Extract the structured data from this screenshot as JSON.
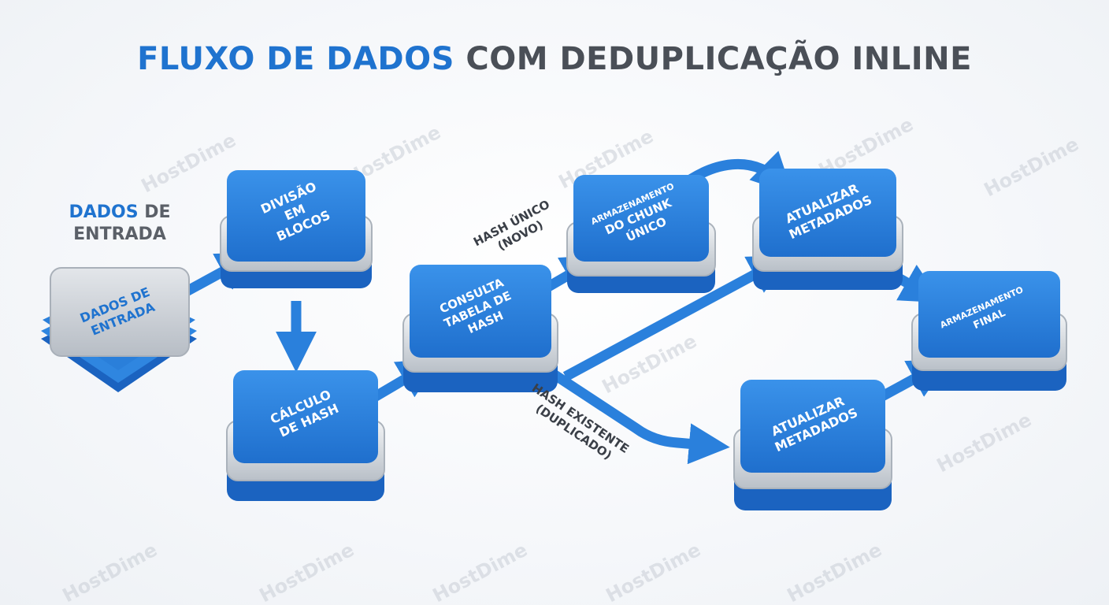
{
  "title": {
    "accent": "FLUXO DE DADOS",
    "rest": " COM DEDUPLICAÇÃO INLINE"
  },
  "input_label": {
    "accent": "DADOS",
    "rest_line1": " DE",
    "line2": "ENTRADA"
  },
  "nodes": {
    "input": [
      "DADOS DE",
      "ENTRADA"
    ],
    "split": [
      "DIVISÃO",
      "EM",
      "BLOCOS"
    ],
    "hash_calc": [
      "CÁLCULO",
      "DE HASH"
    ],
    "lookup": [
      "CONSULTA",
      "TABELA DE",
      "HASH"
    ],
    "store_chunk": [
      "ARMAZENAMENTO",
      "DO CHUNK",
      "ÚNICO"
    ],
    "update_meta_top": [
      "ATUALIZAR",
      "METADADOS"
    ],
    "update_meta_bottom": [
      "ATUALIZAR",
      "METADADOS"
    ],
    "final_storage": [
      "ARMAZENAMENTO",
      "FINAL"
    ]
  },
  "branches": {
    "unique": [
      "HASH ÚNICO",
      "(NOVO)"
    ],
    "duplicate": [
      "HASH EXISTENTE",
      "(DUPLICADO)"
    ]
  },
  "watermark": "HostDime",
  "colors": {
    "accent": "#1f73cf",
    "node_top": "#2f86e0",
    "node_side": "#1b63c0",
    "silver": "#cfd4da",
    "arrow": "#2a80dc",
    "text_dark": "#4a4f57"
  }
}
